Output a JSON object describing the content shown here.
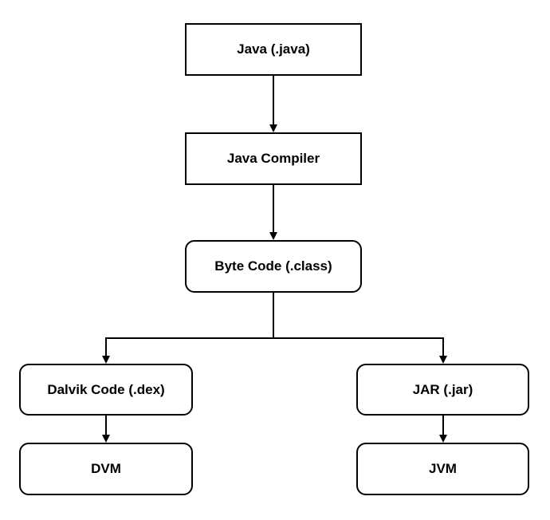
{
  "diagram": {
    "nodes": {
      "java_source": "Java (.java)",
      "java_compiler": "Java Compiler",
      "byte_code": "Byte Code (.class)",
      "dalvik_code": "Dalvik Code (.dex)",
      "jar": "JAR (.jar)",
      "dvm": "DVM",
      "jvm": "JVM"
    },
    "edges": [
      {
        "from": "java_source",
        "to": "java_compiler"
      },
      {
        "from": "java_compiler",
        "to": "byte_code"
      },
      {
        "from": "byte_code",
        "to": "dalvik_code"
      },
      {
        "from": "byte_code",
        "to": "jar"
      },
      {
        "from": "dalvik_code",
        "to": "dvm"
      },
      {
        "from": "jar",
        "to": "jvm"
      }
    ],
    "colors": {
      "stroke": "#000000",
      "background": "#ffffff",
      "text": "#000000"
    }
  }
}
